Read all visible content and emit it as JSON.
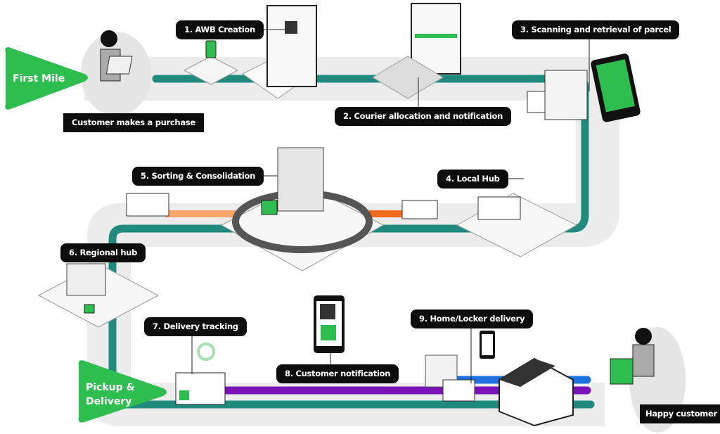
{
  "colors": {
    "green": "#2ebd4f",
    "teal": "#1f8a7d",
    "orange": "#f06a1c",
    "purple": "#7a12b8",
    "blue": "#1e6fe0",
    "road": "#ebebeb",
    "label_bg": "#0d0d0d"
  },
  "stages": {
    "first_mile": "First Mile",
    "pickup_delivery": "Pickup & Delivery"
  },
  "people": {
    "start": "Customer makes a purchase",
    "end": "Happy customer"
  },
  "steps": [
    {
      "label": "1. AWB Creation"
    },
    {
      "label": "2. Courier allocation  and notification"
    },
    {
      "label": "3. Scanning and retrieval of parcel"
    },
    {
      "label": "4. Local Hub"
    },
    {
      "label": "5. Sorting & Consolidation"
    },
    {
      "label": "6. Regional hub"
    },
    {
      "label": "7. Delivery tracking"
    },
    {
      "label": "8. Customer notification"
    },
    {
      "label": "9. Home/Locker delivery"
    }
  ],
  "icons": [
    "laptop-icon",
    "phone-qr-icon",
    "dashboard-screen-icon",
    "tablet-parcel-icon",
    "truck-icon",
    "conveyor-icon",
    "warehouse-rack-icon",
    "location-pin-icon",
    "locker-icon",
    "house-icon",
    "parcel-icon"
  ]
}
